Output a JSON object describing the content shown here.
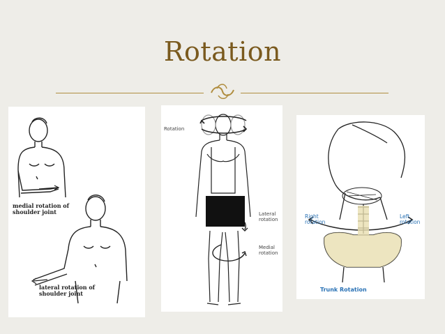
{
  "slide": {
    "title": "Rotation",
    "accent_color": "#7a5a1e",
    "rule_color": "#b08d3f",
    "ornament_icon": "flourish-icon"
  },
  "figures": {
    "shoulder": {
      "label_medial": "medial rotation of shoulder joint",
      "label_lateral": "lateral rotation of shoulder joint"
    },
    "body": {
      "label_rotation": "Rotation",
      "label_lateral": "Lateral rotation",
      "label_medial": "Medial rotation"
    },
    "trunk": {
      "label_right": "Right rotation",
      "label_left": "Left rotation",
      "caption": "Trunk Rotation"
    }
  }
}
